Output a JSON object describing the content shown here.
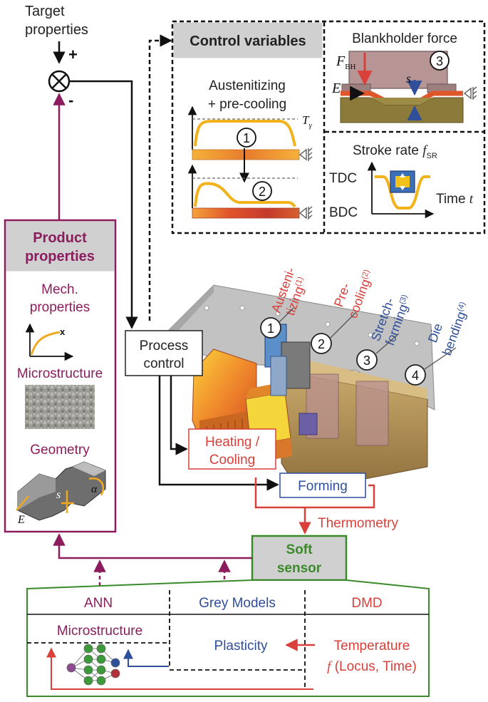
{
  "target": {
    "line1": "Target",
    "line2": "properties"
  },
  "comparator": {
    "plus": "+",
    "minus": "-"
  },
  "product": {
    "title1": "Product",
    "title2": "properties",
    "mech1": "Mech.",
    "mech2": "properties",
    "micro": "Microstructure",
    "geometry": "Geometry",
    "mini_x": "x",
    "s": "s",
    "alpha": "α",
    "E": "E"
  },
  "control": {
    "title": "Control variables",
    "aust1": "Austenitizing",
    "aust2": "+ pre-cooling",
    "tgamma": "T",
    "tgamma_sub": "γ",
    "step1": "1",
    "step2": "2"
  },
  "blankholder": {
    "title": "Blankholder force",
    "F": "F",
    "F_sub": "BH",
    "E": "E",
    "s": "s",
    "step3": "3"
  },
  "stroke": {
    "title": "Stroke rate ",
    "f": "f",
    "f_sub": "SR",
    "tdc": "TDC",
    "bdc": "BDC",
    "time": "Time ",
    "t": "t"
  },
  "process": {
    "line1": "Process",
    "line2": "control"
  },
  "stations": [
    {
      "num": "1",
      "line1": "Austeni-",
      "line2": "tizing",
      "sup": "(1)"
    },
    {
      "num": "2",
      "line1": "Pre-",
      "line2": "cooling",
      "sup": "(2)"
    },
    {
      "num": "3",
      "line1": "Stretch-",
      "line2": "forming",
      "sup": "(3)"
    },
    {
      "num": "4",
      "line1": "Die",
      "line2": "bending",
      "sup": "(4)"
    }
  ],
  "heating": {
    "line1": "Heating /",
    "line2": "Cooling"
  },
  "forming": "Forming",
  "thermometry": "Thermometry",
  "soft": {
    "line1": "Soft",
    "line2": "sensor"
  },
  "bottom": {
    "ann": "ANN",
    "grey": "Grey Models",
    "dmd": "DMD",
    "micro": "Microstructure",
    "plasticity": "Plasticity",
    "temperature": "Temperature",
    "f": "f",
    "locus": " (Locus, Time)"
  },
  "colors": {
    "maroon": "#8b1d5e",
    "red": "#d9403a",
    "blue": "#2f4f9a",
    "green": "#3b8a2a",
    "gray": "#c9c9c9"
  }
}
